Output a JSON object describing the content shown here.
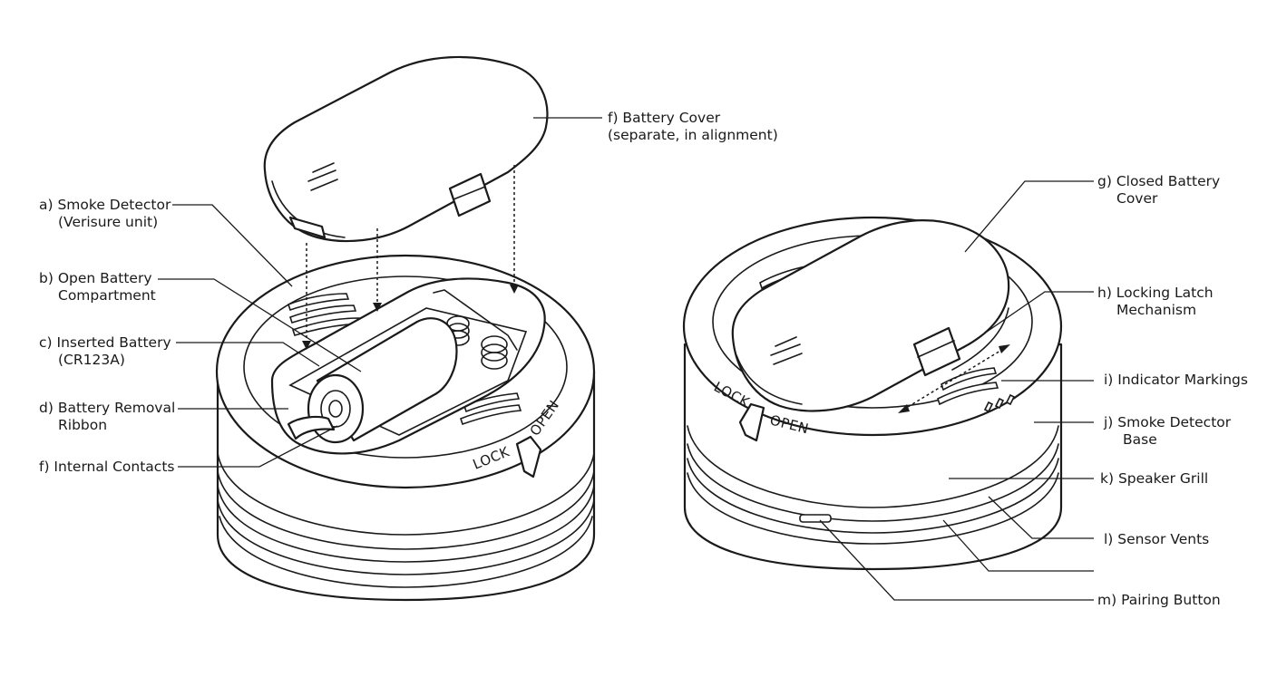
{
  "labels": {
    "a": {
      "line1": "a) Smoke Detector",
      "line2": "(Verisure unit)"
    },
    "b": {
      "line1": "b) Open Battery",
      "line2": "Compartment"
    },
    "c": {
      "line1": "c) Inserted Battery",
      "line2": "(CR123A)"
    },
    "d": {
      "line1": "d) Battery Removal",
      "line2": "Ribbon"
    },
    "f_internal": {
      "line1": "f) Internal Contacts"
    },
    "f_cover": {
      "line1": "f) Battery Cover",
      "line2": "(separate, in alignment)"
    },
    "g": {
      "line1": "g) Closed Battery",
      "line2": "Cover"
    },
    "h": {
      "line1": "h) Locking Latch",
      "line2": "Mechanism"
    },
    "i": {
      "line1": "i) Indicator Markings"
    },
    "j": {
      "line1": "j) Smoke Detector",
      "line2": "Base"
    },
    "k": {
      "line1": "k) Speaker Grill"
    },
    "l": {
      "line1": "l) Sensor Vents"
    },
    "m": {
      "line1": "m) Pairing Button"
    }
  },
  "engravings": {
    "lock": "LOCK",
    "open": "OPEN"
  }
}
